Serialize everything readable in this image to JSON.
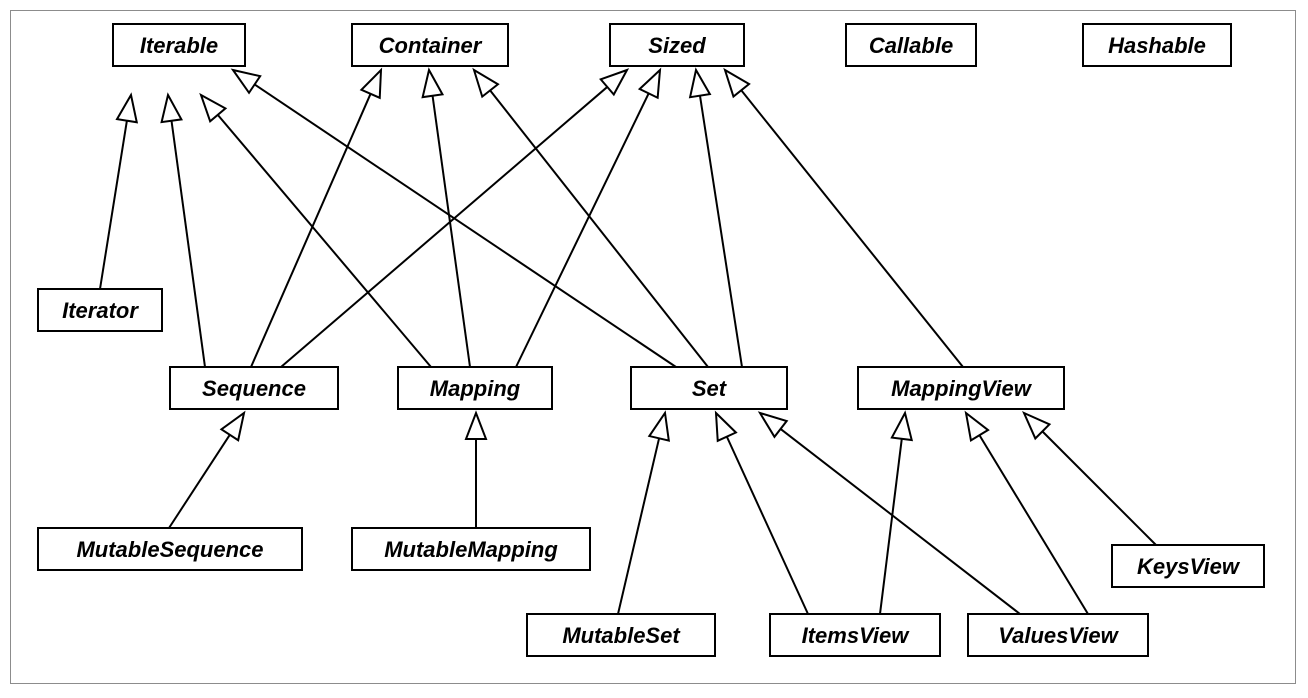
{
  "diagram": {
    "nodes": [
      {
        "id": "Iterable",
        "label": "Iterable"
      },
      {
        "id": "Container",
        "label": "Container"
      },
      {
        "id": "Sized",
        "label": "Sized"
      },
      {
        "id": "Callable",
        "label": "Callable"
      },
      {
        "id": "Hashable",
        "label": "Hashable"
      },
      {
        "id": "Iterator",
        "label": "Iterator"
      },
      {
        "id": "Sequence",
        "label": "Sequence"
      },
      {
        "id": "Mapping",
        "label": "Mapping"
      },
      {
        "id": "Set",
        "label": "Set"
      },
      {
        "id": "MappingView",
        "label": "MappingView"
      },
      {
        "id": "MutableSequence",
        "label": "MutableSequence"
      },
      {
        "id": "MutableMapping",
        "label": "MutableMapping"
      },
      {
        "id": "MutableSet",
        "label": "MutableSet"
      },
      {
        "id": "ItemsView",
        "label": "ItemsView"
      },
      {
        "id": "ValuesView",
        "label": "ValuesView"
      },
      {
        "id": "KeysView",
        "label": "KeysView"
      }
    ],
    "edges": [
      {
        "from": "Iterator",
        "to": "Iterable"
      },
      {
        "from": "Sequence",
        "to": "Iterable"
      },
      {
        "from": "Mapping",
        "to": "Iterable"
      },
      {
        "from": "Set",
        "to": "Iterable"
      },
      {
        "from": "Sequence",
        "to": "Container"
      },
      {
        "from": "Mapping",
        "to": "Container"
      },
      {
        "from": "Set",
        "to": "Container"
      },
      {
        "from": "Sequence",
        "to": "Sized"
      },
      {
        "from": "Mapping",
        "to": "Sized"
      },
      {
        "from": "Set",
        "to": "Sized"
      },
      {
        "from": "MappingView",
        "to": "Sized"
      },
      {
        "from": "MutableSequence",
        "to": "Sequence"
      },
      {
        "from": "MutableMapping",
        "to": "Mapping"
      },
      {
        "from": "MutableSet",
        "to": "Set"
      },
      {
        "from": "ItemsView",
        "to": "Set"
      },
      {
        "from": "ValuesView",
        "to": "Set"
      },
      {
        "from": "ItemsView",
        "to": "MappingView"
      },
      {
        "from": "ValuesView",
        "to": "MappingView"
      },
      {
        "from": "KeysView",
        "to": "MappingView"
      }
    ]
  }
}
